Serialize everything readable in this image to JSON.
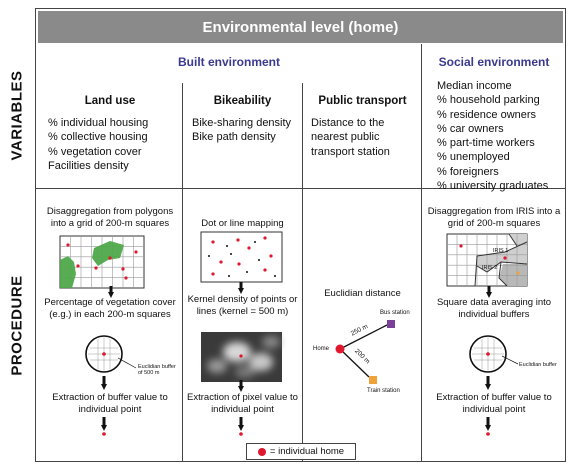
{
  "title": "Environmental level (home)",
  "rows": {
    "variables": "VARIABLES",
    "procedure": "PROCEDURE"
  },
  "sections": {
    "built": "Built environment",
    "social": "Social environment"
  },
  "columns": {
    "land_use": {
      "heading": "Land use",
      "variables": [
        "% individual housing",
        "% collective housing",
        "% vegetation cover",
        "Facilities density"
      ],
      "steps": {
        "s1": "Disaggregation from polygons into a grid of 200-m squares",
        "s2": "Percentage of vegetation cover (e.g.) in each 200-m squares",
        "buffer_label": "Euclidian buffer of 500 m",
        "s3": "Extraction of buffer value to individual point"
      }
    },
    "bikeability": {
      "heading": "Bikeability",
      "variables": [
        "Bike-sharing density",
        "Bike path density"
      ],
      "steps": {
        "s1": "Dot or line mapping",
        "s2": "Kernel density of points or lines (kernel = 500 m)",
        "s3": "Extraction of pixel value to individual point"
      }
    },
    "public_transport": {
      "heading": "Public transport",
      "variables": [
        "Distance to the nearest public transport station"
      ],
      "steps": {
        "s1": "Euclidian distance",
        "bus_station": "Bus station",
        "train_station": "Train station",
        "home": "Home",
        "bus_distance": "250 m",
        "train_distance": "200 m"
      }
    },
    "social": {
      "variables": [
        "Median income",
        "% household parking",
        "% residence owners",
        "% car owners",
        "% part-time workers",
        "% unemployed",
        "% foreigners",
        "% university graduates"
      ],
      "steps": {
        "s1": "Disaggregation from IRIS into a grid of 200-m squares",
        "iris1": "IRIS 1",
        "iris2": "IRIS 2",
        "s2": "Square data averaging into individual buffers",
        "buffer_label": "Euclidian buffer",
        "s3": "Extraction of buffer value to individual point"
      }
    }
  },
  "legend": "= individual home",
  "colors": {
    "header": "#8a8a8a",
    "section": "#3a3a8f",
    "home": "#e0182d",
    "vegetation": "#4fa84a",
    "bus": "#7a3f98",
    "train": "#f0a23a"
  }
}
